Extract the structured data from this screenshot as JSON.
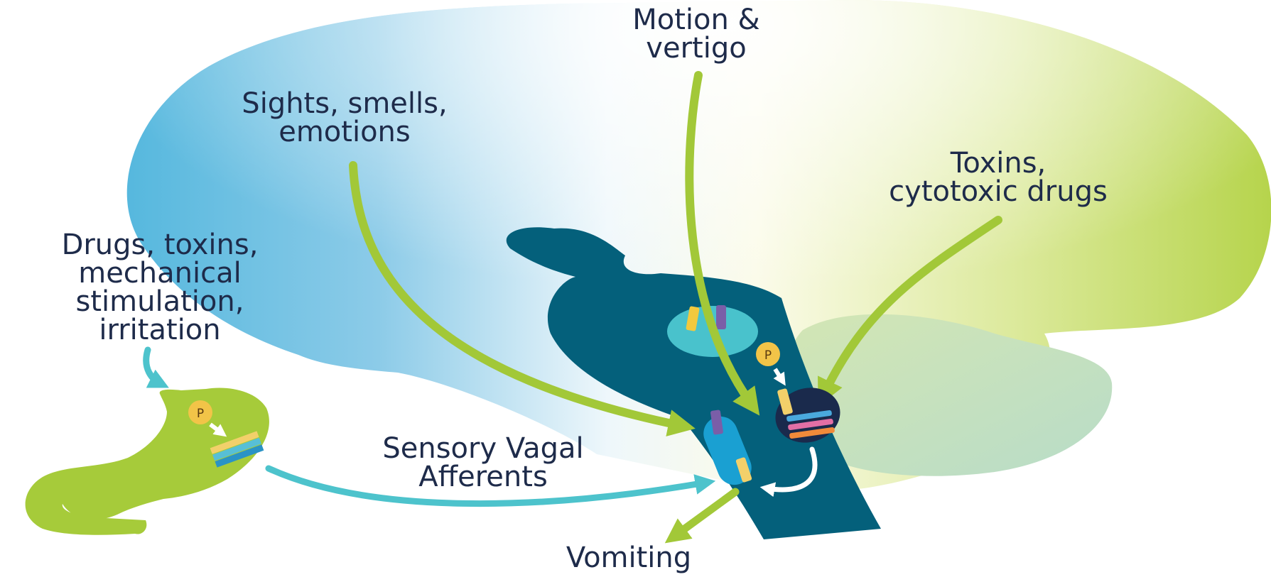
{
  "colors": {
    "brain_green": "#b5d34c",
    "brain_blue": "#5bbcdf",
    "brainstem": "#04607b",
    "arrow_green": "#a2c838",
    "arrow_teal": "#4dc3cc",
    "stomach": "#a6cb3a",
    "text": "#1e2b4a"
  },
  "labels": {
    "motion": [
      "Motion &",
      "vertigo"
    ],
    "sights": [
      "Sights, smells,",
      "emotions"
    ],
    "toxins": [
      "Toxins,",
      "cytotoxic drugs"
    ],
    "gut": [
      "Drugs, toxins,",
      "mechanical",
      "stimulation,",
      "irritation"
    ],
    "vagal": [
      "Sensory Vagal",
      "Afferents"
    ],
    "vomiting": "Vomiting"
  },
  "icons": {
    "phospho_badge": "P"
  }
}
